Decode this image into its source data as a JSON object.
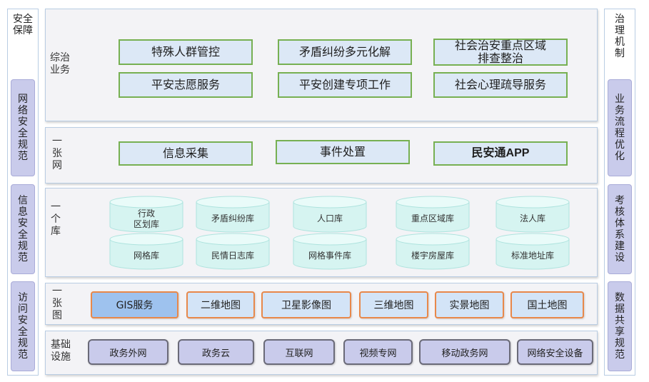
{
  "left_column": {
    "title": "安全\n保障",
    "items": [
      "网\n络\n安\n全\n规\n范",
      "信\n息\n安\n全\n规\n范",
      "访\n问\n安\n全\n规\n范"
    ]
  },
  "right_column": {
    "title": "治\n理\n机\n制",
    "items": [
      "业\n务\n流\n程\n优\n化",
      "考\n核\n体\n系\n建\n设",
      "数\n据\n共\n享\n规\n范"
    ]
  },
  "layers": {
    "business": {
      "title": "综治\n业务",
      "items": [
        "特殊人群管控",
        "矛盾纠纷多元化解",
        "社会治安重点区域\n排查整治",
        "平安志愿服务",
        "平安创建专项工作",
        "社会心理疏导服务"
      ]
    },
    "network": {
      "title": "一\n张\n网",
      "items": [
        "信息采集",
        "事件处置",
        "民安通APP"
      ]
    },
    "database": {
      "title": "一\n个\n库",
      "items": [
        "行政\n区划库",
        "矛盾纠纷库",
        "人口库",
        "重点区域库",
        "法人库",
        "网格库",
        "民情日志库",
        "网格事件库",
        "楼宇房屋库",
        "标准地址库"
      ]
    },
    "map": {
      "title": "一\n张\n图",
      "items": [
        "GIS服务",
        "二维地图",
        "卫星影像图",
        "三维地图",
        "实景地图",
        "国土地图"
      ]
    },
    "infrastructure": {
      "title": "基础\n设施",
      "items": [
        "政务外网",
        "政务云",
        "互联网",
        "视频专网",
        "移动政务网",
        "网络安全设备"
      ]
    }
  }
}
